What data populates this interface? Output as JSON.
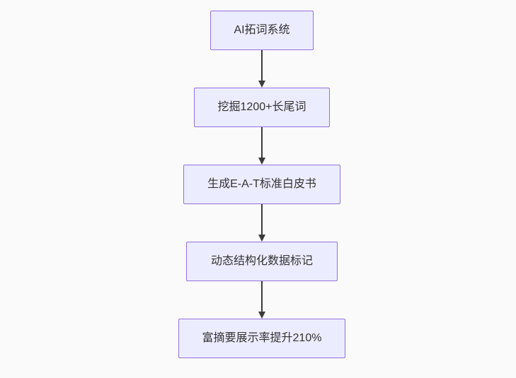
{
  "page": {
    "background_color": "#fafafa"
  },
  "diagram": {
    "type": "flowchart",
    "direction": "top-down",
    "style": {
      "node_fill": "#ECECFF",
      "node_border": "#9370DB",
      "arrow_color": "#3b3b3b",
      "text_color": "#333333"
    },
    "nodes": [
      {
        "id": "step-1",
        "label": "AI拓词系统"
      },
      {
        "id": "step-2",
        "label": "挖掘1200+长尾词"
      },
      {
        "id": "step-3",
        "label": "生成E-A-T标准白皮书"
      },
      {
        "id": "step-4",
        "label": "动态结构化数据标记"
      },
      {
        "id": "step-5",
        "label": "富摘要展示率提升210%"
      }
    ],
    "edges": [
      {
        "from": "step-1",
        "to": "step-2"
      },
      {
        "from": "step-2",
        "to": "step-3"
      },
      {
        "from": "step-3",
        "to": "step-4"
      },
      {
        "from": "step-4",
        "to": "step-5"
      }
    ]
  }
}
